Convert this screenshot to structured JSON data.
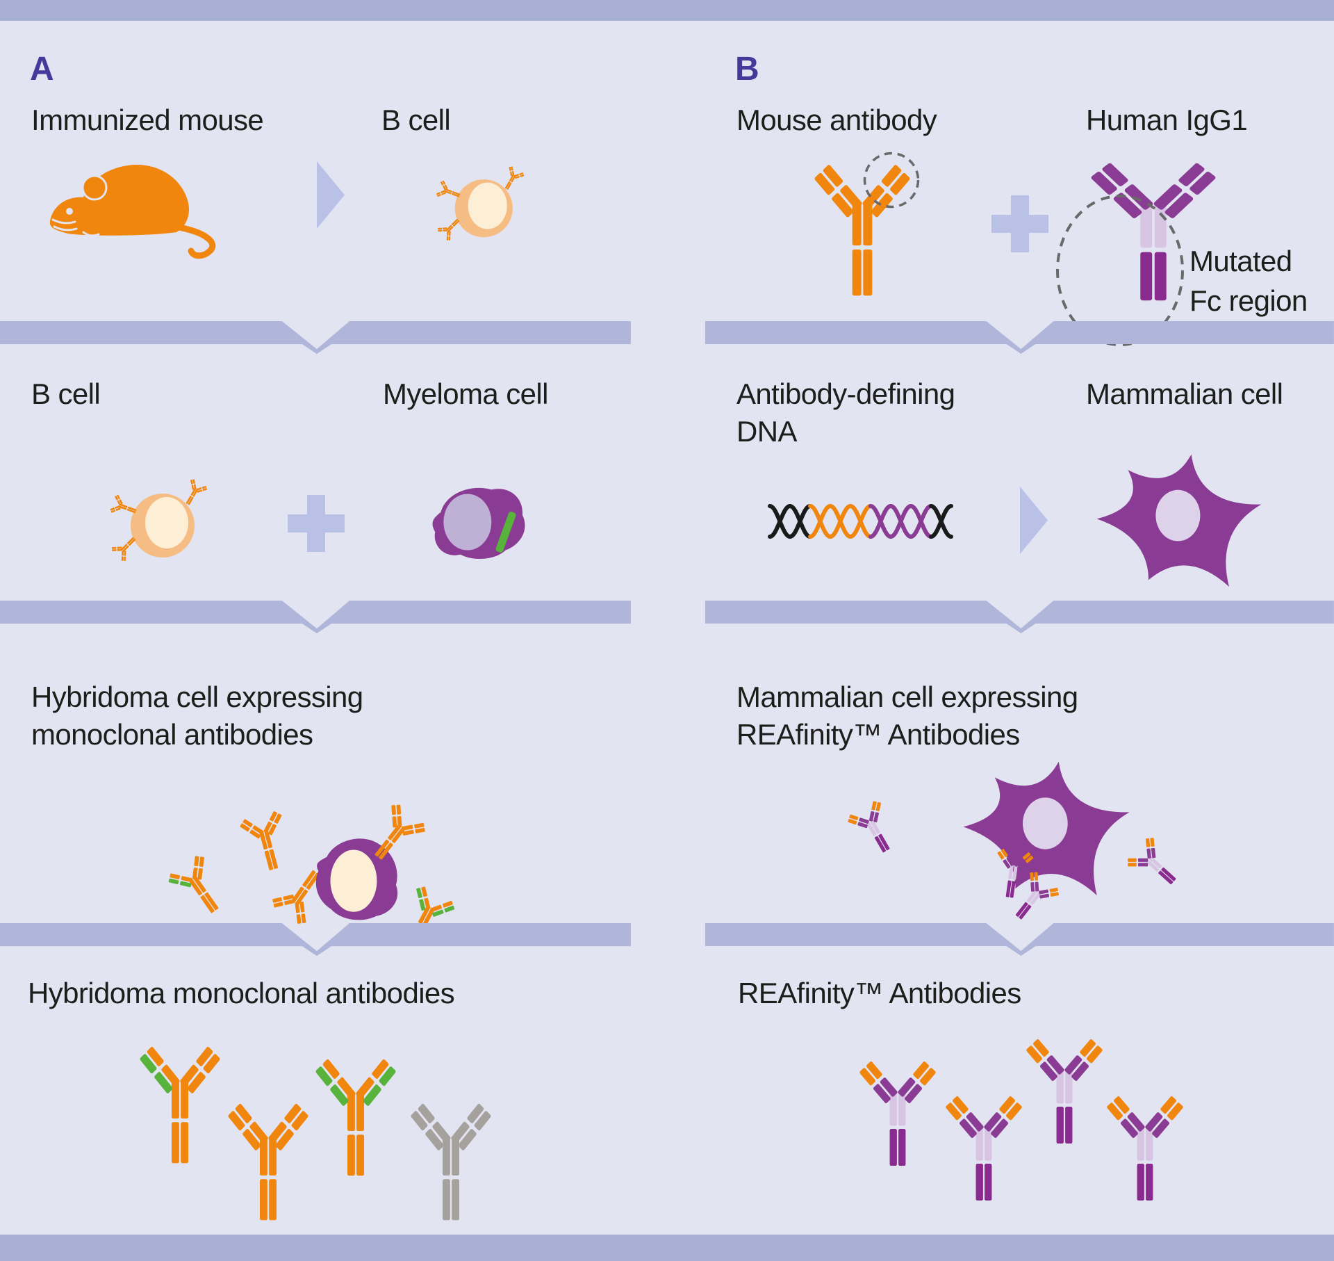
{
  "figure": {
    "panel_a": {
      "letter": "A",
      "row1_left": "Immunized mouse",
      "row1_right": "B cell",
      "row2_left": "B cell",
      "row2_right": "Myeloma cell",
      "row3_line1": "Hybridoma cell expressing",
      "row3_line2": "monoclonal antibodies",
      "row4": "Hybridoma monoclonal antibodies"
    },
    "panel_b": {
      "letter": "B",
      "row1_left": "Mouse antibody",
      "row1_right": "Human IgG1",
      "fc_annotation_line1": "Mutated",
      "fc_annotation_line2": "Fc region",
      "row2_left_line1": "Antibody-defining",
      "row2_left_line2": "DNA",
      "row2_right": "Mammalian cell",
      "row3_line1": "Mammalian cell expressing",
      "row3_line2": "REAfinity™ Antibodies",
      "row4": "REAfinity™ Antibodies"
    }
  },
  "colors": {
    "bg": "#e3e4f1",
    "bar": "#a9b0d6",
    "band": "#b0b6da",
    "arrowPlus": "#b9c1e6",
    "orange": "#f0860e",
    "orangeLight": "#f5bd83",
    "cream": "#fdeed6",
    "purple": "#8a3b93",
    "purpleDark": "#8a2b90",
    "lilac": "#d8c5e4",
    "starNucleus": "#ddd2e9",
    "myelomaNucleus": "#bfb1d6",
    "green": "#57b33b",
    "gray": "#a5a19c",
    "dashGray": "#696969",
    "letterPurple": "#46399b",
    "text": "#1d1d1b",
    "black": "#1a1a1a"
  },
  "antibody_types": {
    "hyb": {
      "arm_l": [
        "orange",
        "orange",
        "orange",
        "orange"
      ],
      "arm_r": [
        "orange",
        "orange",
        "orange",
        "orange"
      ],
      "stem": [
        "orange",
        "orange"
      ]
    },
    "hyb_green_left": {
      "arm_l": [
        "green",
        "green",
        "orange",
        "orange"
      ],
      "arm_r": [
        "orange",
        "orange",
        "orange",
        "orange"
      ],
      "stem": [
        "orange",
        "orange"
      ]
    },
    "hyb_green_both": {
      "arm_l": [
        "green",
        "green",
        "orange",
        "orange"
      ],
      "arm_r": [
        "green",
        "green",
        "orange",
        "orange"
      ],
      "stem": [
        "orange",
        "orange"
      ]
    },
    "gray": {
      "arm_l": [
        "gray",
        "gray",
        "gray",
        "gray"
      ],
      "arm_r": [
        "gray",
        "gray",
        "gray",
        "gray"
      ],
      "stem": [
        "gray",
        "gray"
      ]
    },
    "human": {
      "arm_l": [
        "purple",
        "purple",
        "purple",
        "purple"
      ],
      "arm_r": [
        "purple",
        "purple",
        "purple",
        "purple"
      ],
      "stem": [
        "lilac",
        "purpleDark"
      ]
    },
    "rea": {
      "arm_l": [
        "orange",
        "purple",
        "orange",
        "purple"
      ],
      "arm_r": [
        "orange",
        "purple",
        "orange",
        "purple"
      ],
      "stem": [
        "lilac",
        "purpleDark"
      ]
    }
  },
  "dna_segment_colors": [
    "black",
    "black",
    "orange",
    "orange",
    "orange",
    "purple",
    "purple",
    "purple",
    "black"
  ],
  "icons": {
    "mouse": "mouse-animal-icon",
    "arrow": "flow-arrow-right-icon",
    "plus": "plus-icon",
    "dashed_circle": "fab-region-highlight-icon",
    "dashed_ellipse": "fc-region-highlight-icon",
    "dna": "dna-helix-icon",
    "b_cell": "b-cell-icon",
    "myeloma_cell": "myeloma-cell-icon",
    "hybridoma_cell": "hybridoma-cell-icon",
    "mammalian_cell": "mammalian-cell-icon",
    "antibody": "antibody-y-icon"
  }
}
